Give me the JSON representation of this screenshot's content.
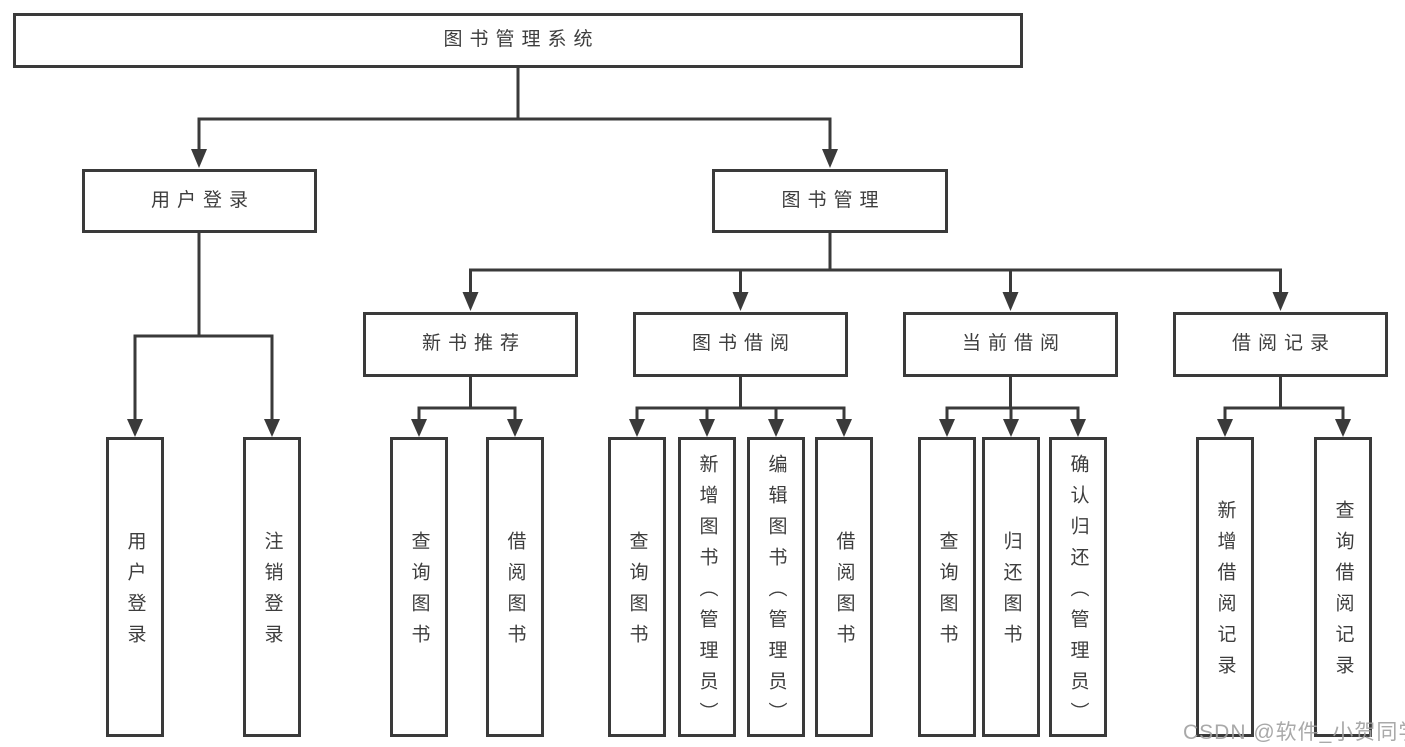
{
  "tree": {
    "label": "图书管理系统",
    "children": [
      {
        "label": "用户登录",
        "children": [
          {
            "label": "用户登录"
          },
          {
            "label": "注销登录"
          }
        ]
      },
      {
        "label": "图书管理",
        "children": [
          {
            "label": "新书推荐",
            "children": [
              {
                "label": "查询图书"
              },
              {
                "label": "借阅图书"
              }
            ]
          },
          {
            "label": "图书借阅",
            "children": [
              {
                "label": "查询图书"
              },
              {
                "label": "新增图书（管理员）"
              },
              {
                "label": "编辑图书（管理员）"
              },
              {
                "label": "借阅图书"
              }
            ]
          },
          {
            "label": "当前借阅",
            "children": [
              {
                "label": "查询图书"
              },
              {
                "label": "归还图书"
              },
              {
                "label": "确认归还（管理员）"
              }
            ]
          },
          {
            "label": "借阅记录",
            "children": [
              {
                "label": "新增借阅记录"
              },
              {
                "label": "查询借阅记录"
              }
            ]
          }
        ]
      }
    ]
  },
  "watermark": {
    "text": "CSDN @软件_小贺同学"
  },
  "colors": {
    "line": "#3a3a3a",
    "text": "#3d3d3d",
    "watermark": "#a0a0a0",
    "background": "#ffffff"
  }
}
